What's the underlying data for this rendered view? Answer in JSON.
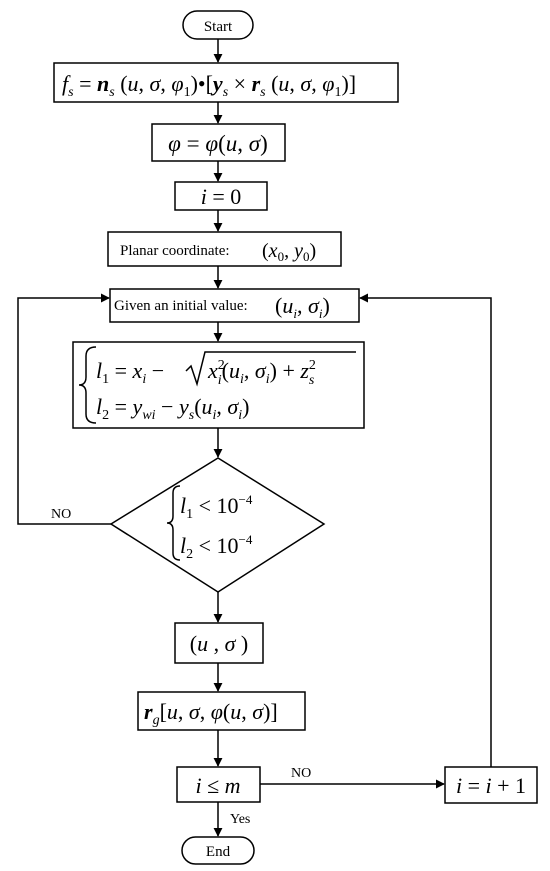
{
  "nodes": {
    "start": "Start",
    "end": "End",
    "planar_label": "Planar coordinate:",
    "initial_label": "Given an initial value:"
  },
  "labels": {
    "no_left": "NO",
    "no_right": "NO",
    "yes": "Yes"
  },
  "math": {
    "constraint_value": "10",
    "constraint_exp": "−4",
    "fs_eq": "f_s = n_s(u,σ,φ1)•[y_s × r_s(u,σ,φ1)]",
    "phi_eq": "φ = φ(u,σ)",
    "i_init": "i = 0",
    "planar_coord": "(x0, y0)",
    "initial_value": "(u_i, σ_i)",
    "l1_eq": "l1 = x_i − √(x_i²(u_i,σ_i) + z_s²)",
    "l2_eq": "l2 = y_wi − y_s(u_i,σ_i)",
    "cond_l1": "l1 < 10^−4",
    "cond_l2": "l2 < 10^−4",
    "result": "(u, σ)",
    "rg_eq": "r_g[u,σ,φ(u,σ)]",
    "loop_cond": "i ≤ m",
    "increment": "i = i + 1"
  },
  "colors": {
    "stroke": "#000000",
    "background": "#ffffff"
  }
}
